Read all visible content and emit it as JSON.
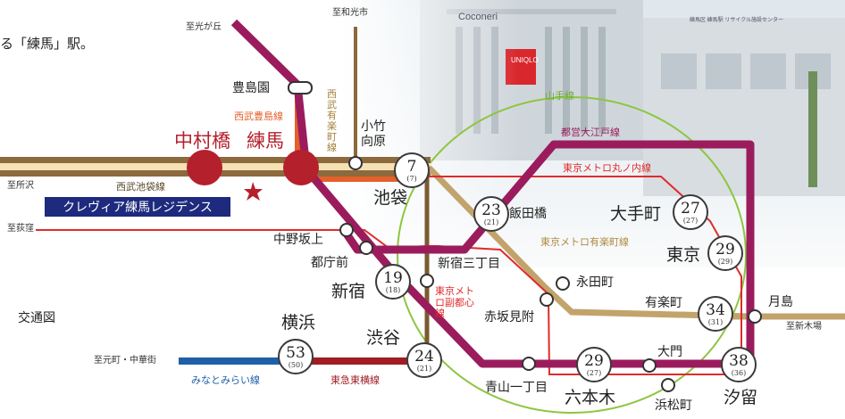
{
  "intro": "る「練馬」駅。",
  "transport_title": "交通図",
  "residence": "クレヴィア練馬レジデンス",
  "building_signs": {
    "store": "UNIQLO",
    "mall": "Coconeri",
    "facility": "練馬区 練馬駅 リサイクル施設センター"
  },
  "directions": {
    "hikarigaoka": "至光が丘",
    "wakoshi": "至和光市",
    "tokorozawa": "至所沢",
    "ogikubo": "至荻窪",
    "motomachi": "至元町・中華街",
    "shinkiba": "至新木場"
  },
  "lines": {
    "seibu_ikebukuro": "西武池袋線",
    "seibu_toshima": "西武豊島線",
    "seibu_yurakucho": "西武有楽町線",
    "yamanote": "山手線",
    "oedo": "都営大江戸線",
    "marunouchi": "東京メトロ丸ノ内線",
    "yurakucho": "東京メトロ有楽町線",
    "fukutoshin": "東京メトロ副都心線",
    "toyoko": "東急東横線",
    "minatomirai": "みなとみらい線"
  },
  "stations": {
    "nakamurabashi": "中村橋",
    "nerima": "練馬",
    "toshimaen": "豊島園",
    "kotake": "小竹向原",
    "ikebukuro": "池袋",
    "iidabashi": "飯田橋",
    "nakano_sakaue": "中野坂上",
    "tochomae": "都庁前",
    "shinjuku": "新宿",
    "shinjuku_sanchome": "新宿三丁目",
    "nagatacho": "永田町",
    "akasaka_mitsuke": "赤坂見附",
    "otemachi": "大手町",
    "tokyo": "東京",
    "yurakucho": "有楽町",
    "tsukishima": "月島",
    "yokohama": "横浜",
    "shibuya": "渋谷",
    "aoyama": "青山一丁目",
    "roppongi": "六本木",
    "daimon": "大門",
    "hamamatsucho": "浜松町",
    "shiodome": "汐留"
  },
  "times": {
    "ikebukuro": {
      "t": "7",
      "r": "(7)"
    },
    "iidabashi": {
      "t": "23",
      "r": "(21)"
    },
    "shinjuku": {
      "t": "19",
      "r": "(18)"
    },
    "otemachi": {
      "t": "27",
      "r": "(27)"
    },
    "tokyo": {
      "t": "29",
      "r": "(29)"
    },
    "yurakucho": {
      "t": "34",
      "r": "(31)"
    },
    "yokohama": {
      "t": "53",
      "r": "(50)"
    },
    "shibuya": {
      "t": "24",
      "r": "(21)"
    },
    "roppongi": {
      "t": "29",
      "r": "(27)"
    },
    "shiodome": {
      "t": "38",
      "r": "(36)"
    }
  },
  "colors": {
    "seibu_ikebukuro": "#8c6a3e",
    "seibu_toshima": "#e5602a",
    "seibu_yurakucho": "#8a6a3a",
    "yamanote": "#8dc63f",
    "oedo": "#9b1c5c",
    "marunouchi": "#e02b2b",
    "yurakucho": "#c2a36b",
    "fukutoshin": "#7b5a30",
    "toyoko": "#a01d24",
    "minatomirai": "#1f5fa8",
    "highlight": "#b5202d",
    "banner": "#1d2a7d"
  }
}
